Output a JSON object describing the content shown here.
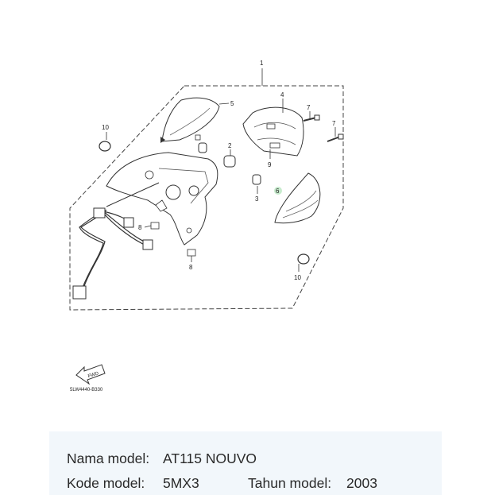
{
  "diagram": {
    "callouts": [
      {
        "id": "c1",
        "text": "1"
      },
      {
        "id": "c2",
        "text": "2"
      },
      {
        "id": "c3",
        "text": "3"
      },
      {
        "id": "c4",
        "text": "4"
      },
      {
        "id": "c5",
        "text": "5"
      },
      {
        "id": "c6",
        "text": "6"
      },
      {
        "id": "c7a",
        "text": "7"
      },
      {
        "id": "c7b",
        "text": "7"
      },
      {
        "id": "c8a",
        "text": "8"
      },
      {
        "id": "c8b",
        "text": "8"
      },
      {
        "id": "c9",
        "text": "9"
      },
      {
        "id": "c10a",
        "text": "10"
      },
      {
        "id": "c10b",
        "text": "10"
      }
    ],
    "fwd_label": "FWD",
    "drawing_code": "5LW4440-B330"
  },
  "info": {
    "model_name_label": "Nama model:",
    "model_name_value": "AT115 NOUVO",
    "model_code_label": "Kode model:",
    "model_code_value": "5MX3",
    "year_label": "Tahun model:",
    "year_value": "2003"
  }
}
